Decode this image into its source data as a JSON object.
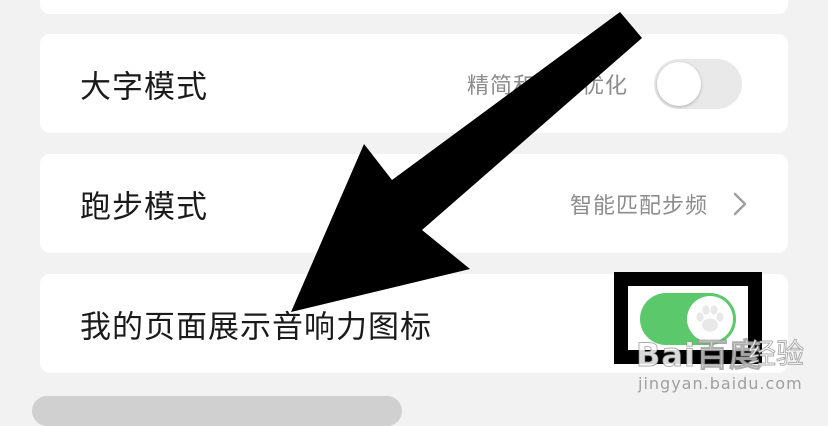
{
  "settings": {
    "large_font": {
      "label": "大字模式",
      "subtitle": "精简和字号优化",
      "toggle_state": "off"
    },
    "running": {
      "label": "跑步模式",
      "value": "智能匹配步频"
    },
    "show_icon": {
      "label": "我的页面展示音响力图标",
      "toggle_state": "on"
    }
  },
  "watermark": {
    "brand": "Bai百度",
    "cn": "经验",
    "url": "jingyan.baidu.com"
  },
  "colors": {
    "toggle_on": "#5bc96b",
    "toggle_off": "#e9e9e9",
    "subtitle": "#8c8c8c",
    "annotation": "#000000"
  },
  "icons": {
    "chevron": "chevron-right-icon",
    "arrow": "annotation-arrow-icon",
    "paw": "paw-icon"
  }
}
